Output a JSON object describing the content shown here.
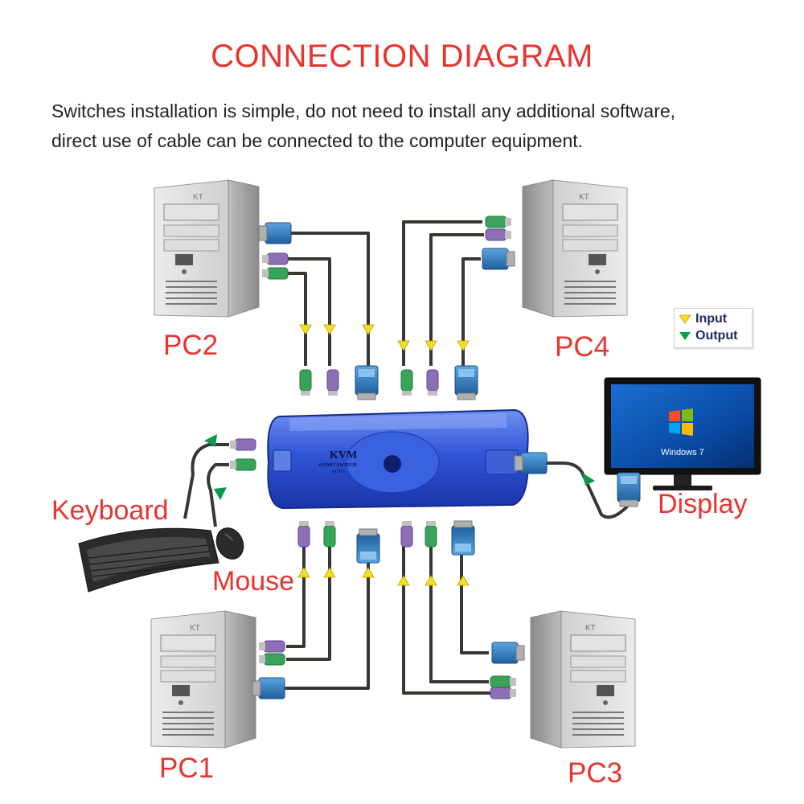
{
  "title": "CONNECTION DIAGRAM",
  "description": [
    "Switches installation is simple, do not need to install any additional software,",
    "direct use of cable can be connected to the computer equipment."
  ],
  "labels": {
    "pc1": "PC1",
    "pc2": "PC2",
    "pc3": "PC3",
    "pc4": "PC4",
    "keyboard": "Keyboard",
    "mouse": "Mouse",
    "display": "Display"
  },
  "legend": {
    "input": "Input",
    "output": "Output",
    "input_color": "#f5e020",
    "output_color": "#0a9a4a"
  },
  "device": {
    "brand": "KVM",
    "model": "4-PORT SWITCH",
    "sub": "AUTO"
  },
  "tower_label": "KT",
  "monitor": {
    "os": "Windows 7"
  },
  "colors": {
    "title": "#e8342e",
    "cable": "#3a3632",
    "vga": "#2f7fc1",
    "ps2_keyboard": "#8e6fb6",
    "ps2_mouse": "#3aa35a",
    "switch_body": "#2a53d8"
  }
}
